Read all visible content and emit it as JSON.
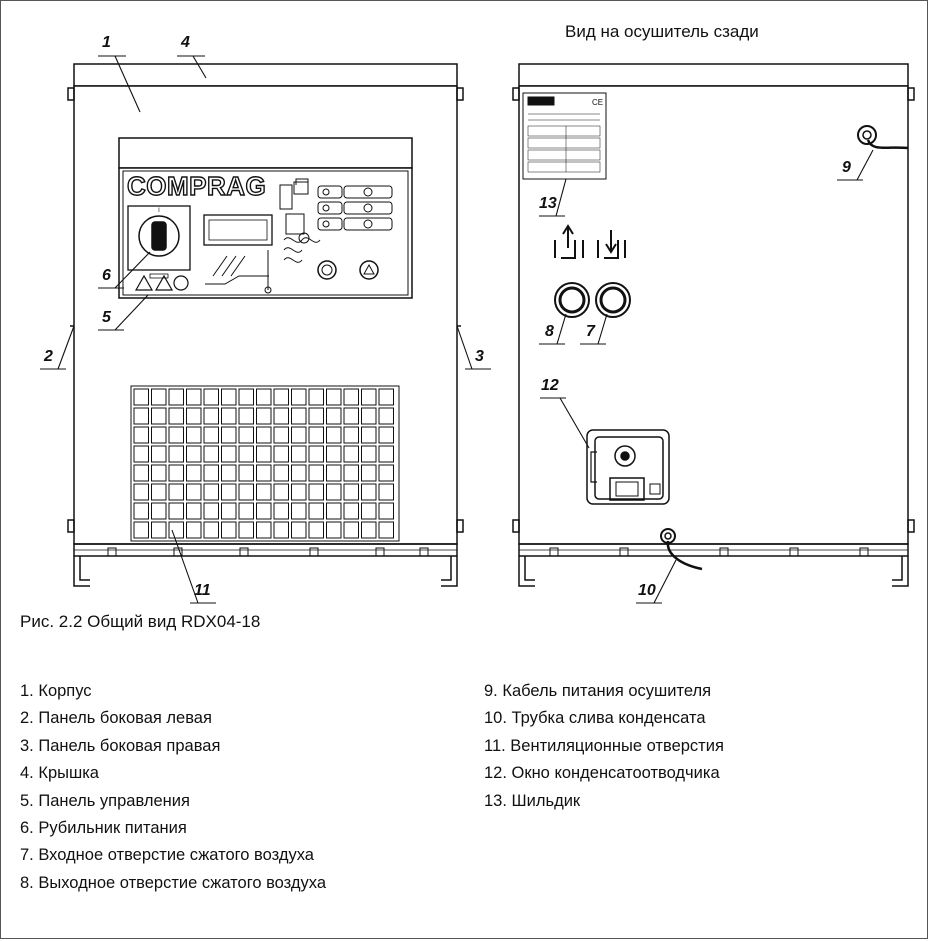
{
  "rear_view_title": "Вид на осушитель сзади",
  "figure_caption": "Рис. 2.2  Общий вид RDX04-18",
  "brand_logo": "COMPRAG",
  "callouts": [
    "1",
    "2",
    "3",
    "4",
    "5",
    "6",
    "7",
    "8",
    "9",
    "10",
    "11",
    "12",
    "13"
  ],
  "legend": {
    "left": [
      "1. Корпус",
      "2. Панель боковая левая",
      "3. Панель боковая правая",
      "4. Крышка",
      "5. Панель управления",
      "6. Рубильник питания",
      "7. Входное отверстие сжатого воздуха",
      "8. Выходное отверстие сжатого воздуха"
    ],
    "right": [
      "9. Кабель питания осушителя",
      "10. Трубка слива конденсата",
      "11. Вентиляционные отверстия",
      "12. Окно конденсатоотводчика",
      "13. Шильдик"
    ]
  }
}
